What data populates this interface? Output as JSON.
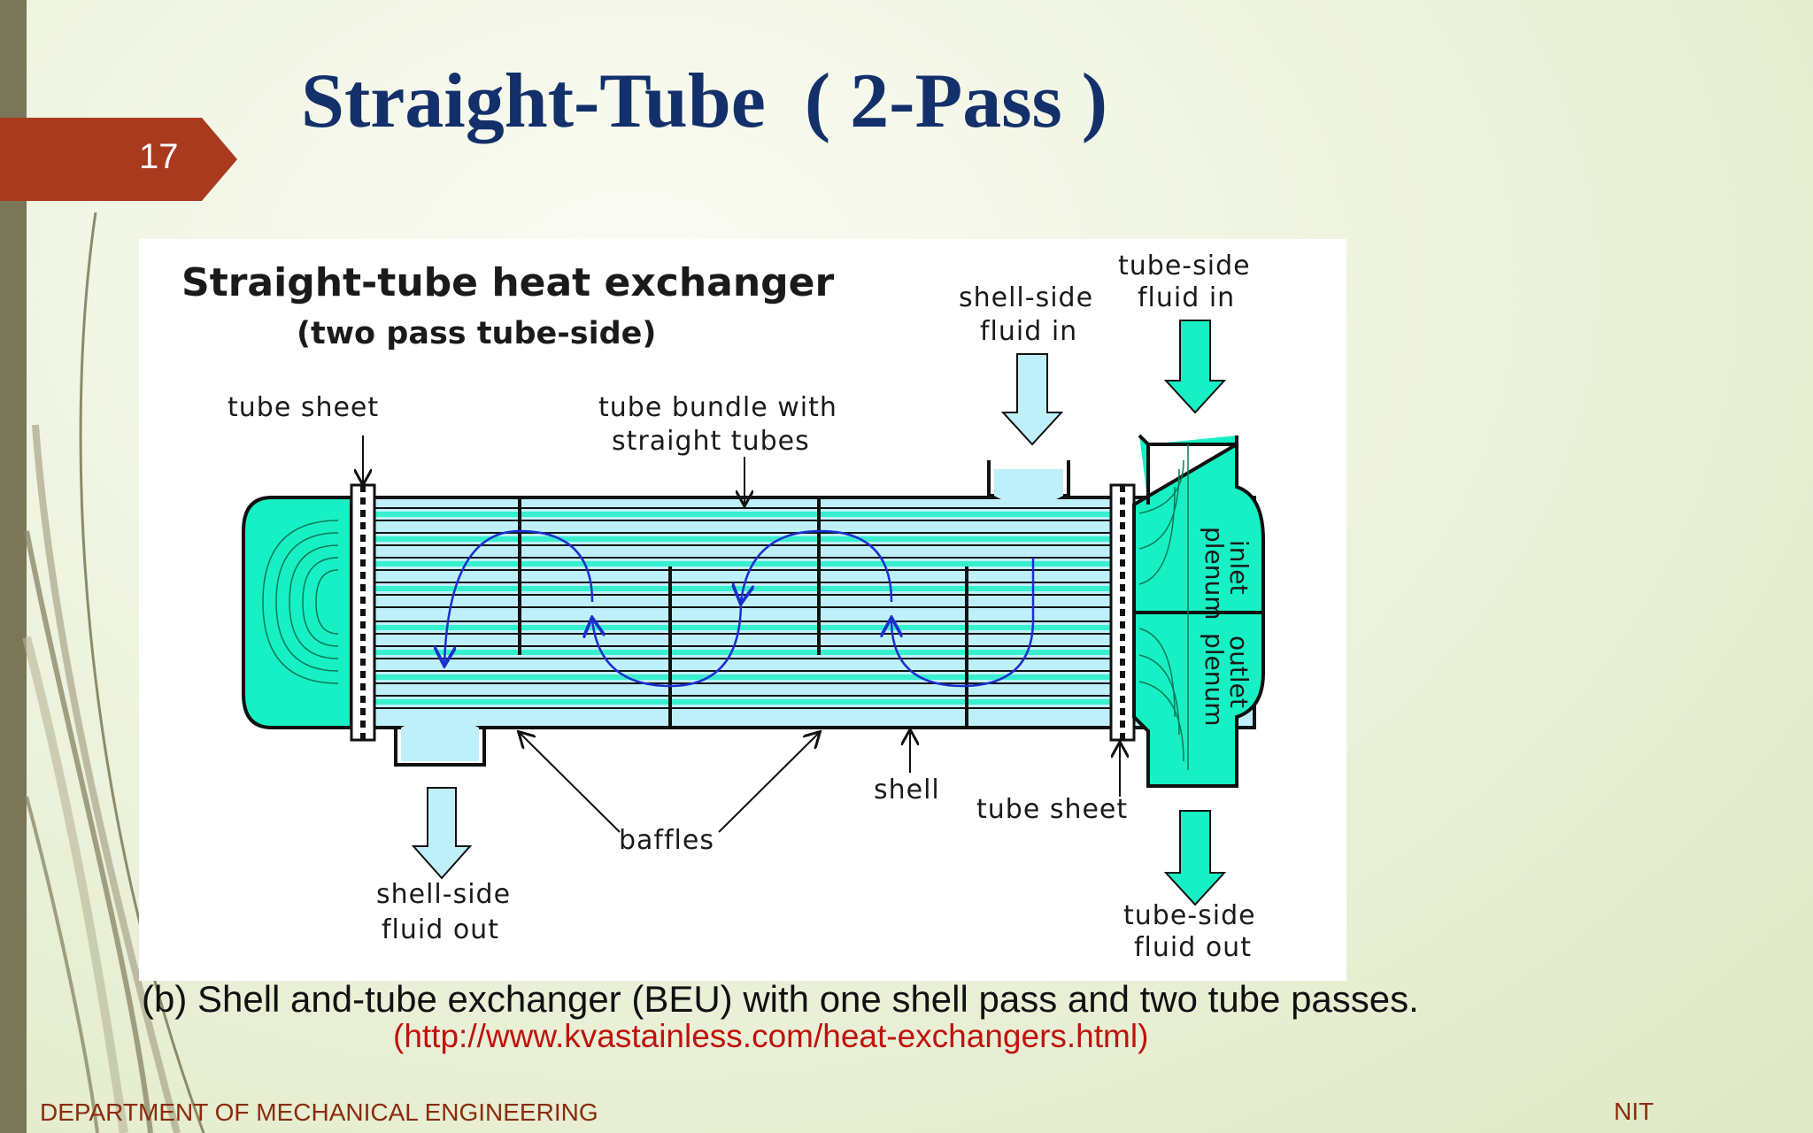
{
  "slide": {
    "number": "17",
    "title": "Straight-Tube  ( 2-Pass )",
    "caption": "(b) Shell and-tube exchanger (BEU) with one shell pass and two tube passes.",
    "source": "(http://www.kvastainless.com/heat-exchangers.html)",
    "footer_left": "DEPARTMENT OF MECHANICAL ENGINEERING",
    "footer_right": "NIT",
    "accent_color": "#a93a1e",
    "title_color": "#13306b"
  },
  "diagram": {
    "heading": "Straight-tube heat exchanger",
    "subheading": "(two pass tube-side)",
    "labels": {
      "tube_sheet_left": "tube sheet",
      "tube_bundle_line1": "tube bundle with",
      "tube_bundle_line2": "straight tubes",
      "shell_in_line1": "shell-side",
      "shell_in_line2": "fluid in",
      "tube_in_line1": "tube-side",
      "tube_in_line2": "fluid in",
      "inlet_plenum_line1": "inlet",
      "inlet_plenum_line2": "plenum",
      "outlet_plenum_line1": "outlet",
      "outlet_plenum_line2": "plenum",
      "shell": "shell",
      "tube_sheet_right": "tube sheet",
      "baffles": "baffles",
      "shell_out_line1": "shell-side",
      "shell_out_line2": "fluid out",
      "tube_out_line1": "tube-side",
      "tube_out_line2": "fluid out"
    },
    "colors": {
      "tube_fluid": "#17f0c4",
      "shell_fluid": "#bff0fa",
      "flow_arrow": "#1a2fd0"
    }
  }
}
